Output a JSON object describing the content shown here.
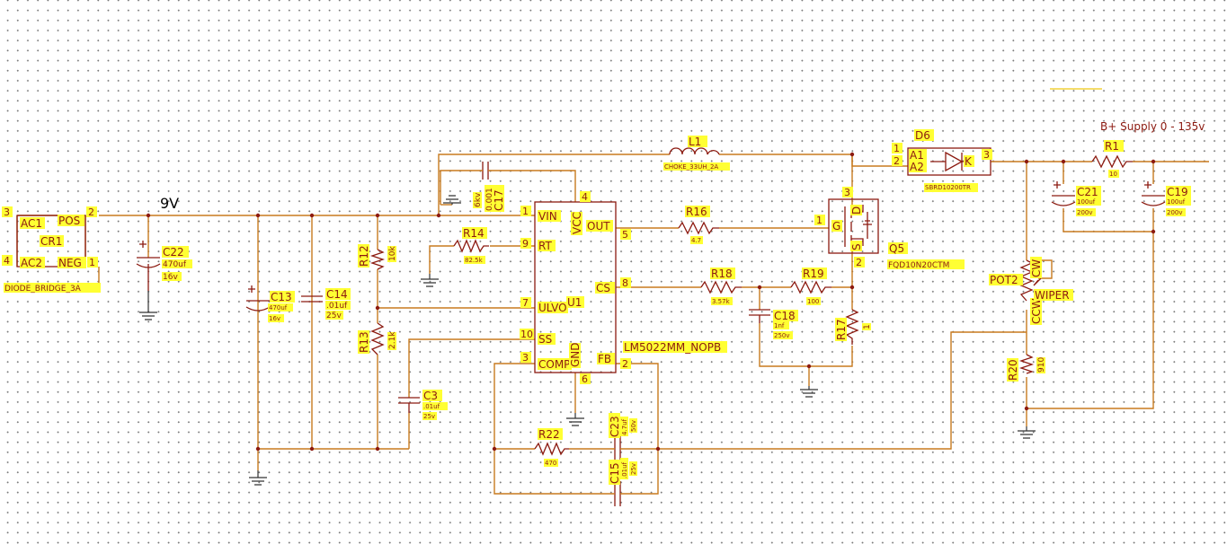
{
  "net_label": "9V",
  "supply_label": "B+ Supply 0 - 135v",
  "bridge": {
    "ref": "CR1",
    "part": "DIODE_BRIDGE_3A",
    "pins": [
      "AC1",
      "POS",
      "AC2",
      "NEG"
    ],
    "pin_numbers": [
      "3",
      "2",
      "4",
      "1"
    ]
  },
  "ic": {
    "ref": "U1",
    "part": "LM5022MM_NOPB",
    "pins": [
      {
        "num": "1",
        "name": "VIN"
      },
      {
        "num": "9",
        "name": "RT"
      },
      {
        "num": "7",
        "name": "ULVO"
      },
      {
        "num": "10",
        "name": "SS"
      },
      {
        "num": "3",
        "name": "COMP"
      },
      {
        "num": "4",
        "name": "VCC"
      },
      {
        "num": "6",
        "name": "GND"
      },
      {
        "num": "5",
        "name": "OUT"
      },
      {
        "num": "8",
        "name": "CS"
      },
      {
        "num": "2",
        "name": "FB"
      }
    ]
  },
  "mosfet": {
    "ref": "Q5",
    "part": "FQD10N20CTM",
    "pins": [
      "G",
      "D",
      "S"
    ],
    "pin_numbers": [
      "1",
      "3",
      "2"
    ]
  },
  "diode": {
    "ref": "D6",
    "part": "SBRD10200TR",
    "pins": [
      "A1",
      "A2",
      "K"
    ],
    "pin_numbers": [
      "1",
      "2",
      "3"
    ]
  },
  "pot": {
    "ref": "POT2",
    "pins": [
      "CW",
      "CCW",
      "WIPER"
    ]
  },
  "inductor": {
    "ref": "L1",
    "value": "CHOKE_33UH_2A"
  },
  "capacitors": [
    {
      "ref": "C22",
      "value": "470uf",
      "voltage": "16v"
    },
    {
      "ref": "C13",
      "value": "470uf",
      "voltage": "16v"
    },
    {
      "ref": "C14",
      "value": ".01uf",
      "voltage": "25v"
    },
    {
      "ref": "C3",
      "value": ".01uf",
      "voltage": "25v"
    },
    {
      "ref": "C17",
      "value": "0.001",
      "voltage": "6kv"
    },
    {
      "ref": "C18",
      "value": "1nf",
      "voltage": "250v"
    },
    {
      "ref": "C23",
      "value": "4.7uf",
      "voltage": "50v"
    },
    {
      "ref": "C15",
      "value": ".01uf",
      "voltage": "25v"
    },
    {
      "ref": "C21",
      "value": "100uf",
      "voltage": "200v"
    },
    {
      "ref": "C19",
      "value": "100uf",
      "voltage": "200v"
    }
  ],
  "resistors": [
    {
      "ref": "R12",
      "value": "10k"
    },
    {
      "ref": "R13",
      "value": "2.1k"
    },
    {
      "ref": "R14",
      "value": "82.5k"
    },
    {
      "ref": "R16",
      "value": "4.7"
    },
    {
      "ref": "R18",
      "value": "3.57k"
    },
    {
      "ref": "R19",
      "value": "100"
    },
    {
      "ref": "R17",
      "value": "1"
    },
    {
      "ref": "R22",
      "value": "470"
    },
    {
      "ref": "R1",
      "value": "10"
    },
    {
      "ref": "R20",
      "value": "910"
    }
  ],
  "colors": {
    "wire": "#c87a1e",
    "part": "#8c1a10",
    "label_bg": "#ffff33",
    "grid_dot": "#7a7a7a"
  }
}
